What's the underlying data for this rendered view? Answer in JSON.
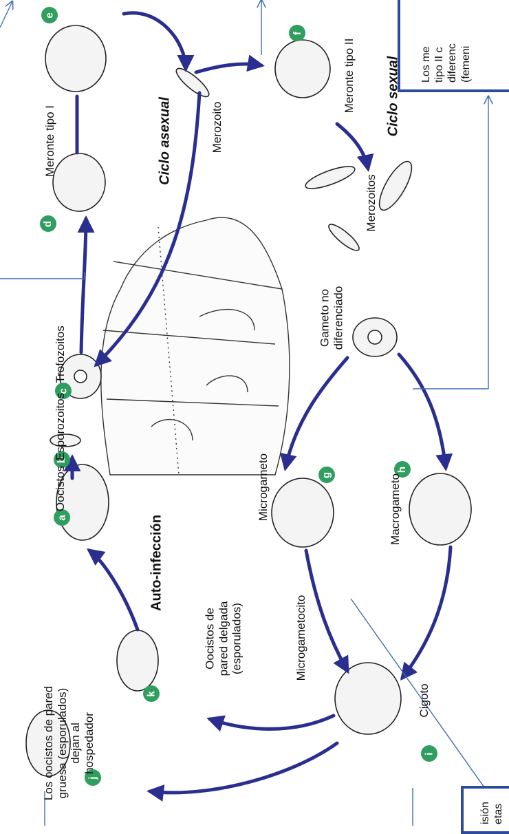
{
  "labels": {
    "oocistos": "Oocistos",
    "esporozoitos": "Esporozoitos",
    "trofozoitos": "Trofozoitos",
    "meronte1": "Meronte tipo I",
    "merozoito": "Merozoito",
    "ciclo_asexual": "Ciclo asexual",
    "meronte2": "Meronte tipo II",
    "ciclo_sexual": "Ciclo sexual",
    "merozoitos": "Merozoitos",
    "gameto_line1": "Gameto no",
    "gameto_line2": "diferenciado",
    "microgameto": "Microgameto",
    "macrogameto": "Macrogameto",
    "microgametocito": "Microgametocito",
    "cigoto": "Cigoto",
    "autoinfeccion": "Auto-infección",
    "oocistos_delgada_1": "Oocistos de",
    "oocistos_delgada_2": "pared delgada",
    "oocistos_delgada_3": "(esporulados)",
    "gruesa_1": "Los oocistos de pared",
    "gruesa_2": "gruesa (esporulados)",
    "gruesa_3": "dejan al",
    "gruesa_4": "hospedador"
  },
  "badges": {
    "a": "a",
    "b": "b",
    "c": "c",
    "d": "d",
    "e": "e",
    "f": "f",
    "g": "g",
    "h": "h",
    "i": "i",
    "j": "j",
    "k": "k"
  },
  "notes": {
    "top_right": [
      "Los me",
      "tipo II c",
      "diferenc",
      "(femeni"
    ],
    "bottom_left": [
      "isión",
      "etas"
    ]
  },
  "colors": {
    "arrow": "#2a2f8f",
    "connector": "#3f6fb0",
    "badge": "#2f9e5e",
    "note_border": "#2c4aa0"
  }
}
